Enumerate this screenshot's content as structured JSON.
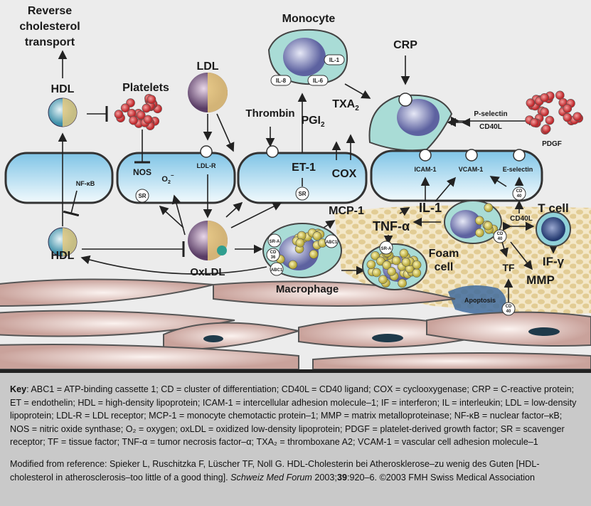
{
  "diagram": {
    "labels": {
      "reverse_transport": [
        "Reverse",
        "cholesterol",
        "transport"
      ],
      "hdl_top": "HDL",
      "platelets": "Platelets",
      "ldl": "LDL",
      "monocyte": "Monocyte",
      "il1_mono": "IL-1",
      "il8": "IL-8",
      "il6": "IL-6",
      "crp": "CRP",
      "thrombin": "Thrombin",
      "txa2": "TXA",
      "txa2_sub": "2",
      "pgi2": "PGI",
      "pgi2_sub": "2",
      "cox": "COX",
      "et1": "ET-1",
      "nfkb": "NF-κB",
      "nos": "NOS",
      "o2": "O",
      "o2_sub": "2",
      "o2_sup": "−",
      "sr1": "SR",
      "sr2": "SR",
      "ldlr": "LDL-R",
      "icam": "ICAM-1",
      "vcam": "VCAM-1",
      "eselectin": "E-selectin",
      "pselectin": "P-selectin",
      "cd40l_top": "CD40L",
      "pdgf": "PDGF",
      "hdl_bottom": "HDL",
      "oxldl": "OxLDL",
      "mcp1": "MCP-1",
      "il1": "IL-1",
      "tnfa": "TNF-α",
      "foam": [
        "Foam",
        "cell"
      ],
      "macrophage": "Macrophage",
      "sra1": "SR-A",
      "sra2": "SR-A",
      "cd36": [
        "CD",
        "36"
      ],
      "abc1a": "ABC1",
      "abc1b": "ABC1",
      "tcell": "T cell",
      "cd40l_mid": "CD40L",
      "ifg": "IF-γ",
      "tf": "TF",
      "mmp": "MMP",
      "apoptosis": "Apoptosis",
      "cd40": [
        "CD",
        "40"
      ]
    },
    "colors": {
      "endothelium": "#bfe3f3",
      "platelet": "#d43c3c",
      "nucleus": "#6b70a8",
      "lipid": "#e4d46a",
      "plaque": "#e6cf9a",
      "smooth_muscle": "#e8d2cc",
      "monocyte_cyto": "#9fd3cf"
    }
  },
  "key": {
    "heading": "Key",
    "text": ": ABC1 = ATP-binding cassette 1; CD = cluster of differentiation; CD40L = CD40 ligand; COX = cyclooxygenase; CRP = C-reactive protein; ET = endothelin; HDL = high-density lipoprotein; ICAM-1 = intercellular adhesion molecule–1; IF = interferon; IL = interleukin; LDL = low-density lipoprotein; LDL-R = LDL receptor; MCP-1 = monocyte chemotactic protein–1; MMP = matrix metalloproteinase; NF-κB = nuclear factor–κB; NOS = nitric oxide synthase; O₂ = oxygen; oxLDL = oxidized low-density lipoprotein; PDGF = platelet-derived growth factor; SR = scavenger receptor; TF = tissue factor; TNF-α = tumor necrosis factor–α; TXA₂ = thromboxane A2; VCAM-1 = vascular cell adhesion molecule–1"
  },
  "reference": {
    "prefix": "Modified from reference: Spieker L, Ruschitzka F, Lüscher TF, Noll G. HDL-Cholesterin bei Atherosklerose–zu wenig des Guten [HDL-cholesterol in atherosclerosis–too little of a good thing]. ",
    "journal": "Schweiz Med Forum",
    "year": " 2003;",
    "volume": "39",
    "suffix": ":920–6. ©2003 FMH Swiss Medical Association"
  }
}
